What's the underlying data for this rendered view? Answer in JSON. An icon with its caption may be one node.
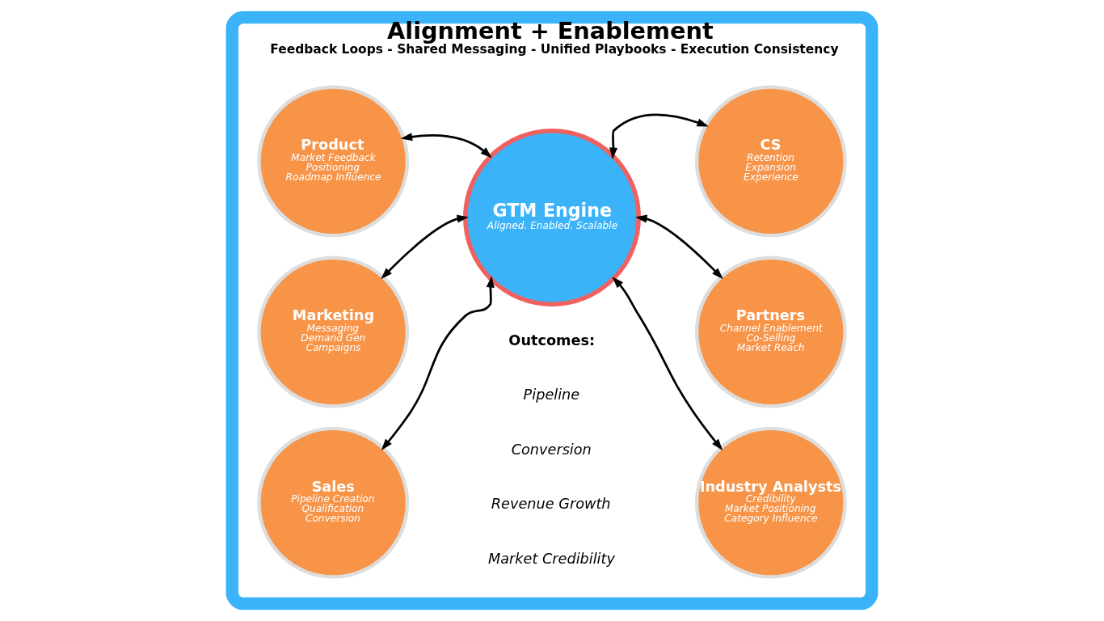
{
  "diagram": {
    "nodes": [
      {
        "text": [
          "Alignment + Enablement",
          "Feedback Loops - Shared Messaging - Unified Playbooks - Execution Consistency"
        ]
      },
      {
        "text": [
          "Product",
          "Market Feedback",
          "Positioning",
          "Roadmap Influence"
        ],
        "in": 0
      },
      {
        "text": [
          "CS",
          "Retention",
          "Expansion",
          "Experience"
        ],
        "in": 0
      },
      {
        "text": [
          "Marketing",
          "Messaging",
          "Demand Gen",
          "Campaigns"
        ],
        "in": 0
      },
      {
        "text": [
          "GTM Engine",
          "Aligned. Enabled. Scalable"
        ],
        "in": 0
      },
      {
        "text": [
          "Partners",
          "Channel Enablement",
          "Co-Selling",
          "Market Reach"
        ],
        "in": 0
      },
      {
        "text": [
          "Sales",
          "Pipeline Creation",
          "Qualification",
          "Conversion"
        ],
        "in": 0
      },
      {
        "text": [
          "Industry Analysts",
          "Credibility",
          "Market Positioning",
          "Category Influence"
        ],
        "in": 0
      }
    ],
    "edges": [
      {
        "from": 4,
        "to": 1,
        "arrow": "both"
      },
      {
        "from": 4,
        "to": 2,
        "arrow": "both"
      },
      {
        "from": 4,
        "to": 3,
        "arrow": "both"
      },
      {
        "from": 4,
        "to": 5,
        "arrow": "both"
      },
      {
        "from": 4,
        "to": 6,
        "arrow": "both"
      },
      {
        "from": 4,
        "to": 7,
        "arrow": "both"
      }
    ],
    "labels": [
      "Outcomes:",
      "Pipeline",
      "Conversion",
      "Revenue Growth",
      "Market Credibility"
    ]
  }
}
